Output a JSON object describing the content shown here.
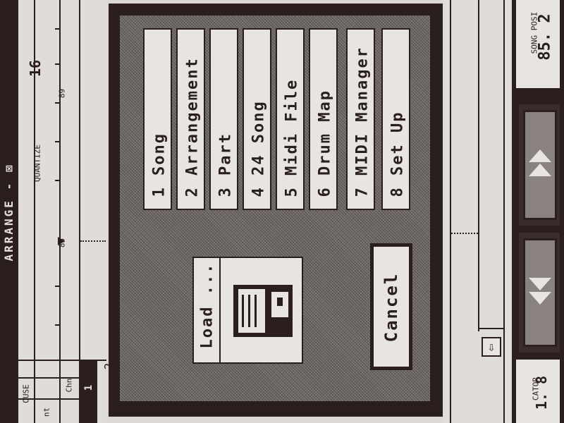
{
  "window": {
    "title": "ARRANGE - ⊠"
  },
  "track_header": {
    "labels": [
      "OUSE",
      "nt",
      "Chn"
    ],
    "channels": [
      "1",
      "2"
    ]
  },
  "ruler": {
    "quantize_label": "QUANTIZE",
    "quantize_value": "16",
    "bar_start": "85",
    "bar_marker": "89"
  },
  "dialog": {
    "menu_items": [
      {
        "label": "1 Song"
      },
      {
        "label": "2 Arrangement"
      },
      {
        "label": "3 Part"
      },
      {
        "label": "4 24 Song"
      },
      {
        "label": "5 Midi File"
      },
      {
        "label": "6 Drum Map"
      },
      {
        "label": "7 MIDI Manager"
      },
      {
        "label": "8 Set Up"
      }
    ],
    "load_label": "Load ...",
    "cancel_label": "Cancel"
  },
  "transport": {
    "song_position_label": "SONG POSI",
    "song_position_value": "85. 2",
    "locator_label": "CATOR",
    "locator_value": "1. 8"
  },
  "icons": [
    "floppy-disk-icon",
    "rewind-icon",
    "fast-forward-icon",
    "scroll-down-arrow-icon",
    "close-box-icon"
  ]
}
